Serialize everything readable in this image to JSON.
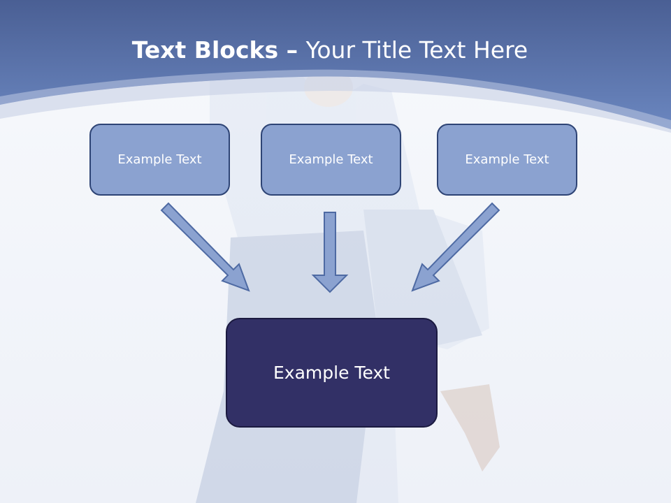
{
  "slide": {
    "title_bold": "Text Blocks",
    "title_dash": " – ",
    "title_rest": "Your Title Text Here",
    "boxes": [
      {
        "label": "Example Text"
      },
      {
        "label": "Example Text"
      },
      {
        "label": "Example Text"
      }
    ],
    "target": {
      "label": "Example Text"
    }
  },
  "colors": {
    "header_blue": "#5670a8",
    "box_fill": "#8ba2d0",
    "box_border": "#2e4475",
    "target_fill": "#323066",
    "arrow_fill": "#8ba2d0"
  }
}
